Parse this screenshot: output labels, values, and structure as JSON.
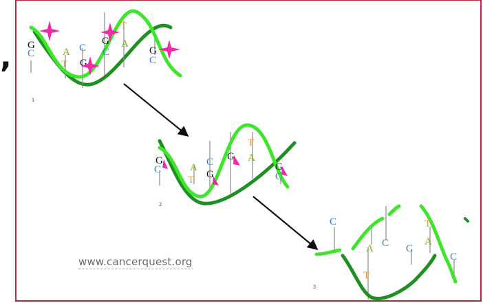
{
  "annotations": {
    "leading_mark": ",",
    "watermark": "www.cancerquest.org",
    "step_labels": [
      "1",
      "2",
      "3"
    ]
  },
  "colors": {
    "strand_light": "#3fe52a",
    "strand_dark": "#1e8f21",
    "rung": "#8a8a8a",
    "base_G": "#111111",
    "base_C": "#2e82d6",
    "base_A": "#7cae1e",
    "base_T": "#f39a1f",
    "damage_star": "#ee2aa6",
    "frame_border": "#b02c3c",
    "arrow": "#111111"
  },
  "panels": [
    {
      "id": "panel-1",
      "bases": [
        "G",
        "C",
        "A",
        "T",
        "G",
        "C",
        "G",
        "C",
        "T",
        "A",
        "G",
        "C"
      ],
      "damage_stars": 4
    },
    {
      "id": "panel-2",
      "bases": [
        "G",
        "C",
        "A",
        "T",
        "C",
        "G",
        "G",
        "T",
        "A",
        "G",
        "C"
      ],
      "damage_wedges": 4
    },
    {
      "id": "panel-3",
      "bases": [
        "C",
        "A",
        "T",
        "C",
        "C",
        "T",
        "A",
        "C"
      ]
    }
  ]
}
